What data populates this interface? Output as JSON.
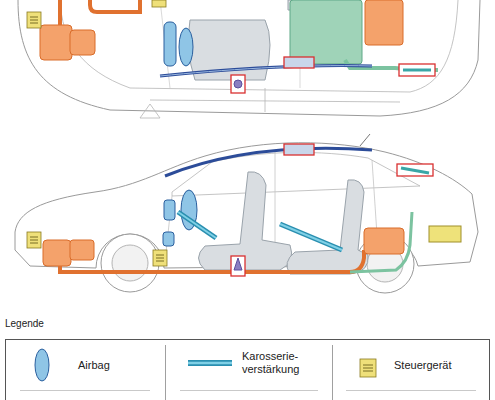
{
  "diagram": {
    "labels": [
      "Legende"
    ],
    "legend": [
      {
        "text": "Airbag"
      },
      {
        "text": "Karosserie- verstärkung"
      },
      {
        "text": "Steuergerät"
      }
    ]
  }
}
